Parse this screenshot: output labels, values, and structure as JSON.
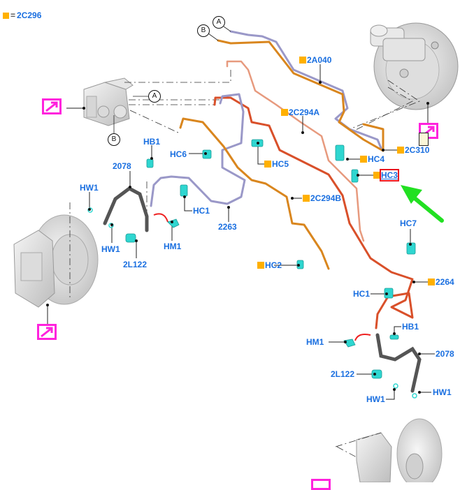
{
  "legend": {
    "symbol": "orange-square",
    "equals": "=",
    "code": "2C296"
  },
  "colors": {
    "label_blue": "#1a6fe0",
    "code_marker_orange": "#ffb000",
    "reference_magenta": "#ff22dd",
    "highlight_red": "#e8141e",
    "pointer_green": "#22e022",
    "pipe_lavender": "#9a98c8",
    "pipe_orange": "#d9861e",
    "pipe_red": "#d9502a",
    "pipe_salmon": "#e79a7e",
    "clip_cyan": "#2fd6d0"
  },
  "callouts": {
    "circle_a": "A",
    "circle_b": "B",
    "circle_a2": "A",
    "circle_b2": "B"
  },
  "labels": {
    "l_2a040": "2A040",
    "l_2c294a": "2C294A",
    "l_2c310": "2C310",
    "l_hc4": "HC4",
    "l_hc3": "HC3",
    "l_hc5": "HC5",
    "l_hc6": "HC6",
    "l_hb1_front": "HB1",
    "l_2078_front": "2078",
    "l_hw1_front_a": "HW1",
    "l_hw1_front_b": "HW1",
    "l_2l122_front": "2L122",
    "l_hm1_front": "HM1",
    "l_hc1_front": "HC1",
    "l_2263": "2263",
    "l_2c294b": "2C294B",
    "l_hc2": "HC2",
    "l_hc7": "HC7",
    "l_2264": "2264",
    "l_hc1_rear": "HC1",
    "l_hb1_rear": "HB1",
    "l_hm1_rear": "HM1",
    "l_2078_rear": "2078",
    "l_2l122_rear": "2L122",
    "l_hw1_rear_a": "HW1",
    "l_hw1_rear_b": "HW1"
  },
  "highlighted_part": "HC3"
}
